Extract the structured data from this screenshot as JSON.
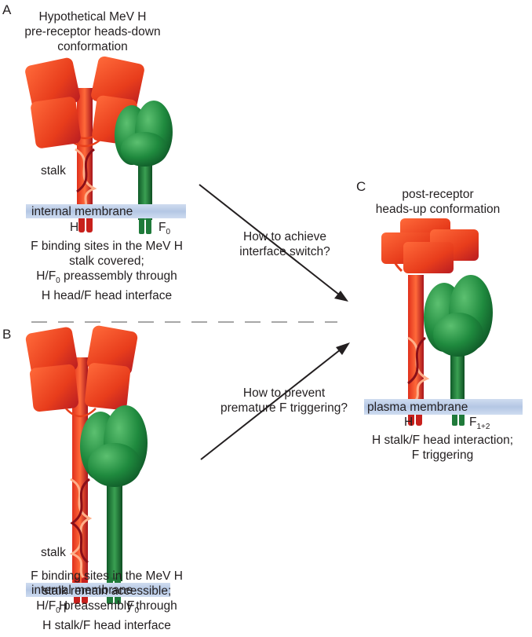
{
  "panel_a": {
    "letter": "A",
    "title_line1": "Hypothetical MeV H",
    "title_line2": "pre-receptor heads-down",
    "title_line3": "conformation",
    "stalk": "stalk",
    "membrane": "internal membrane",
    "h_label": "H",
    "f_label": "F",
    "f_sub": "0",
    "caption_line1": "F binding sites in the MeV H",
    "caption_line2": "stalk covered;",
    "caption_line3_pre": "H/F",
    "caption_line3_sub": "0",
    "caption_line3_post": " preassembly through",
    "caption_line4": "H head/F head interface"
  },
  "panel_b": {
    "letter": "B",
    "stalk": "stalk",
    "membrane": "internal membrane",
    "h_label": "H",
    "f_label": "F",
    "f_sub": "0",
    "caption_line1": "F binding sites in the MeV H",
    "caption_line2": "stalk remain accessible;",
    "caption_line3_pre": "H/F",
    "caption_line3_sub": "0",
    "caption_line3_post": " preassembly through",
    "caption_line4": "H stalk/F head interface"
  },
  "panel_c": {
    "letter": "C",
    "title_line1": "post-receptor",
    "title_line2": "heads-up conformation",
    "membrane": "plasma membrane",
    "h_label": "H",
    "f_label": "F",
    "f_sub": "1+2",
    "caption_line1": "H stalk/F head interaction;",
    "caption_line2": "F triggering"
  },
  "arrows": {
    "top_question_line1": "How to achieve",
    "top_question_line2": "interface switch?",
    "bottom_question_line1": "How to prevent",
    "bottom_question_line2": "premature F triggering?"
  },
  "colors": {
    "h_head": "#e8401c",
    "h_stalk": "#c8201c",
    "f_protein": "#1f7a3a",
    "membrane": "#b9cbe6"
  }
}
